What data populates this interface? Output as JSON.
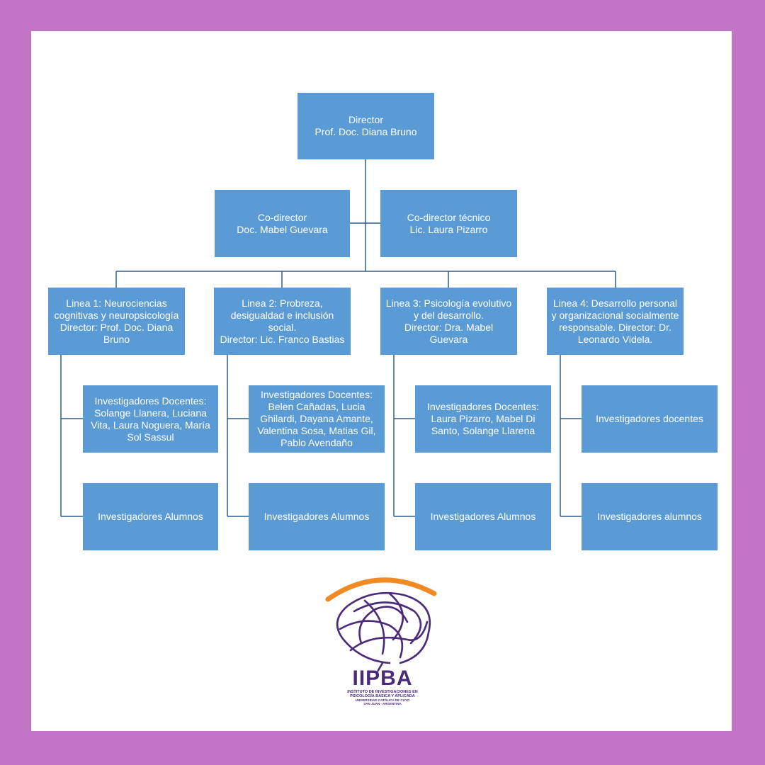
{
  "nodes": {
    "director": {
      "role": "Director",
      "name": "Prof. Doc. Diana Bruno"
    },
    "codirector": {
      "role": "Co-director",
      "name": "Doc. Mabel Guevara"
    },
    "codirector_tecnico": {
      "role": "Co-director técnico",
      "name": "Lic. Laura Pizarro"
    },
    "lines": [
      {
        "title_lines": [
          "Linea 1: Neurociencias",
          "cognitivas y neuropsicología",
          "Director: Prof. Doc. Diana",
          "Bruno"
        ],
        "docentes_lines": [
          "Investigadores Docentes:",
          "Solange Llanera, Luciana",
          "Vita, Laura Noguera, María",
          "Sol Sassul"
        ],
        "alumnos": "Investigadores Alumnos"
      },
      {
        "title_lines": [
          "Linea 2: Probreza,",
          "desigualdad e inclusión",
          "social.",
          "Director: Lic. Franco Bastias"
        ],
        "docentes_lines": [
          "Investigadores Docentes:",
          "Belen Cañadas, Lucia",
          "Ghilardi, Dayana Amante,",
          "Valentina Sosa, Matias Gil,",
          "Pablo Avendaño"
        ],
        "alumnos": "Investigadores Alumnos"
      },
      {
        "title_lines": [
          "Linea 3: Psicología evolutivo",
          "y del desarrollo.",
          "Director: Dra. Mabel",
          "Guevara"
        ],
        "docentes_lines": [
          "Investigadores Docentes:",
          "Laura Pizarro, Mabel Di",
          "Santo, Solange Llarena"
        ],
        "alumnos": "Investigadores Alumnos"
      },
      {
        "title_lines": [
          "Linea 4: Desarrollo personal",
          "y organizacional socialmente",
          "responsable. Director: Dr.",
          "Leonardo Videla."
        ],
        "docentes_lines": [
          "Investigadores docentes"
        ],
        "alumnos": "Investigadores alumnos"
      }
    ]
  },
  "logo": {
    "name": "IIPBA",
    "subtitle_1": "INSTITUTO DE INVESTIGACIONES EN",
    "subtitle_2": "PSICOLOGÍA BÁSICA Y APLICADA",
    "subtitle_3": "UNIVERSIDAD CATÓLICA DE CUYO",
    "subtitle_4": "SAN JUAN - ARGENTINA"
  },
  "colors": {
    "frame": "#c274c5",
    "box": "#5b9bd5",
    "connector": "#2e5f8a",
    "logo_arc": "#f08a24",
    "logo_purple": "#4a2a7a"
  }
}
